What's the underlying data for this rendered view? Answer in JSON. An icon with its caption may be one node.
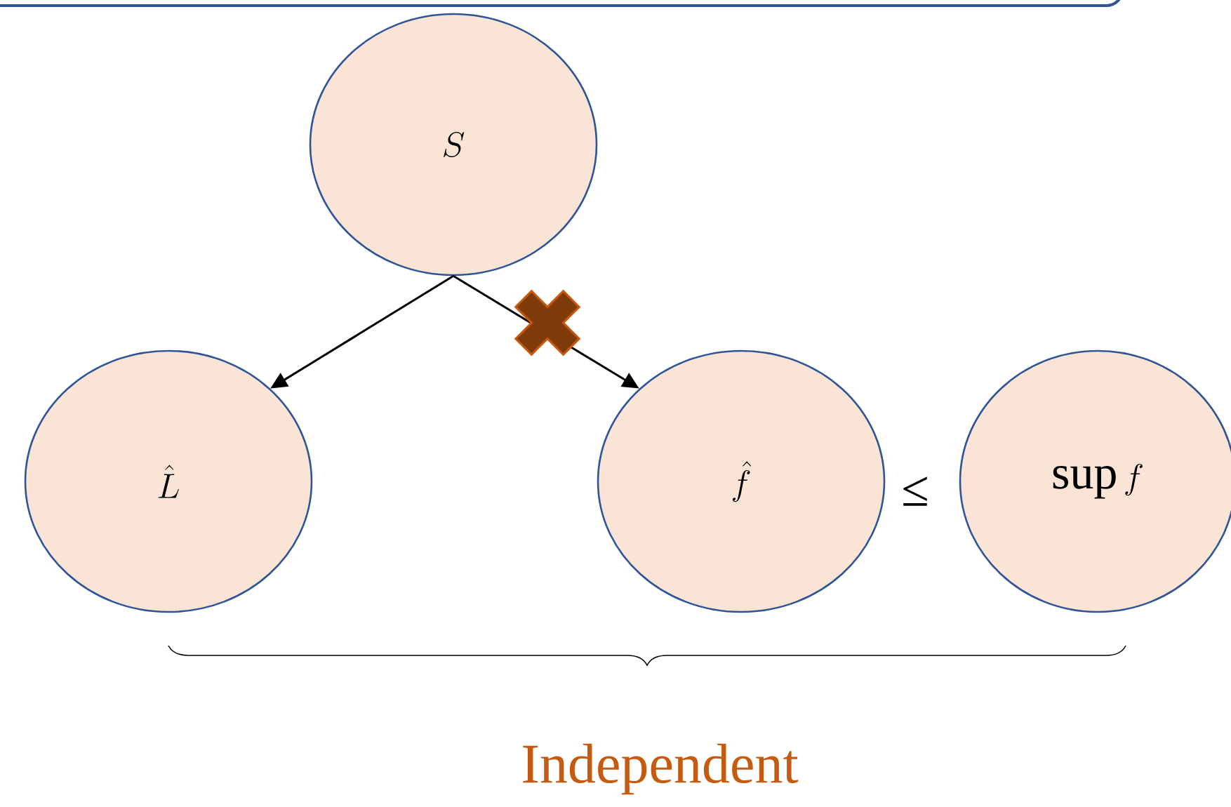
{
  "diagram": {
    "nodes": [
      {
        "text": [
          "S"
        ]
      },
      {
        "text": [
          "\\hat{L}"
        ]
      },
      {
        "text": [
          "\\hat{f}"
        ]
      },
      {
        "text": [
          "\\sup f"
        ]
      }
    ],
    "edges": [
      {
        "from": 0,
        "to": 1,
        "arrow": "to"
      },
      {
        "from": 0,
        "to": 2,
        "arrow": "to"
      }
    ],
    "labels": [
      "≤",
      "Independent"
    ]
  }
}
